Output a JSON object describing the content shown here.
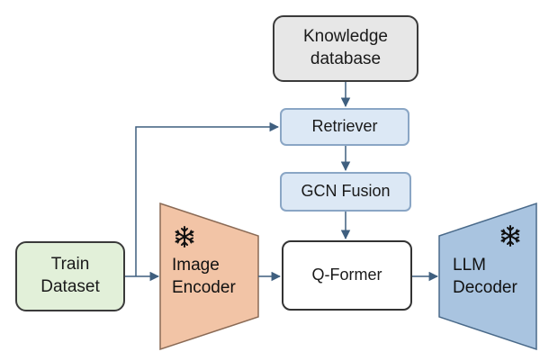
{
  "diagram": {
    "nodes": {
      "knowledge_db": {
        "lines": [
          "Knowledge",
          "database"
        ]
      },
      "retriever": {
        "label": "Retriever"
      },
      "gcn_fusion": {
        "label": "GCN Fusion"
      },
      "q_former": {
        "label": "Q-Former"
      },
      "train_dataset": {
        "lines": [
          "Train",
          "Dataset"
        ]
      },
      "image_encoder": {
        "lines": [
          "Image",
          "Encoder"
        ],
        "frozen": true,
        "icon": "snowflake-icon"
      },
      "llm_decoder": {
        "lines": [
          "LLM",
          "Decoder"
        ],
        "frozen": true,
        "icon": "snowflake-icon"
      }
    },
    "edges": [
      {
        "from": "knowledge_db",
        "to": "retriever"
      },
      {
        "from": "retriever",
        "to": "gcn_fusion"
      },
      {
        "from": "gcn_fusion",
        "to": "q_former"
      },
      {
        "from": "train_dataset",
        "to": "retriever"
      },
      {
        "from": "train_dataset",
        "to": "image_encoder"
      },
      {
        "from": "image_encoder",
        "to": "q_former"
      },
      {
        "from": "q_former",
        "to": "llm_decoder"
      }
    ],
    "colors": {
      "knowledge_db_fill": "#e7e7e7",
      "retriever_fill": "#dce8f5",
      "train_dataset_fill": "#e2f0d9",
      "image_encoder_fill": "#f2c4a6",
      "llm_decoder_fill": "#a9c4e0",
      "arrow": "#3f5f7f"
    }
  }
}
